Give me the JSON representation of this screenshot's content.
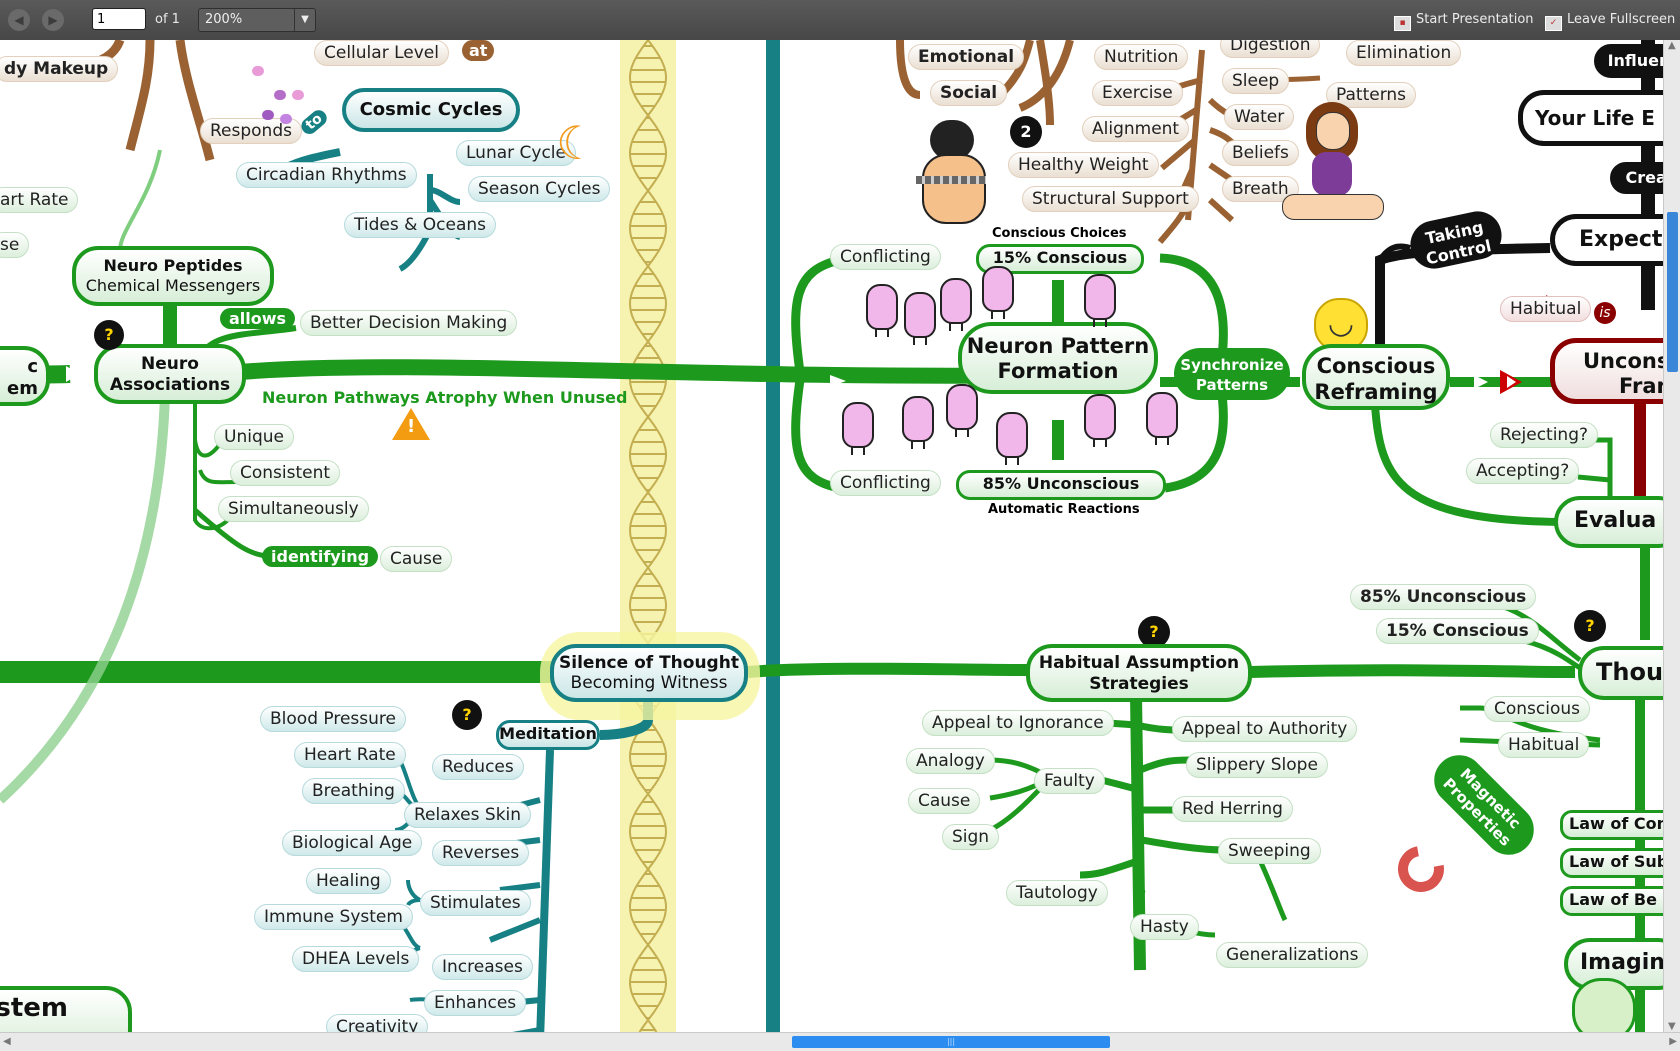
{
  "toolbar": {
    "page_value": "1",
    "page_of": "of 1",
    "zoom_value": "200%",
    "start_presentation": "Start Presentation",
    "leave_fullscreen": "Leave Fullscreen"
  },
  "colors": {
    "green": "#1d9a1d",
    "teal": "#168084",
    "brown": "#9a6233",
    "black": "#111111",
    "darkred": "#8a0000",
    "dna": "#f4f0a8"
  },
  "mindmap": {
    "top_left": {
      "body_makeup": "dy Makeup",
      "cellular_level": "Cellular Level",
      "at": "at",
      "responds": "Responds",
      "to": "to",
      "heart_rate": "art Rate",
      "se": "se"
    },
    "cosmic": {
      "title": "Cosmic Cycles",
      "lunar": "Lunar Cycle",
      "circadian": "Circadian Rhythms",
      "season": "Season Cycles",
      "tides": "Tides & Oceans"
    },
    "neuro_peptides": {
      "line1": "Neuro Peptides",
      "line2": "Chemical Messengers"
    },
    "neuro_assoc": {
      "line1": "Neuro",
      "line2": "Associations",
      "allows": "allows",
      "better": "Better Decision Making",
      "atrophy": "Neuron Pathways Atrophy When Unused",
      "unique": "Unique",
      "consistent": "Consistent",
      "simultaneously": "Simultaneously",
      "identifying": "identifying",
      "cause": "Cause",
      "left_c": "c",
      "left_em": "em"
    },
    "silence": {
      "line1": "Silence of Thought",
      "line2": "Becoming Witness",
      "meditation": "Meditation",
      "blood_pressure": "Blood Pressure",
      "heart_rate": "Heart Rate",
      "breathing": "Breathing",
      "reduces": "Reduces",
      "relaxes_skin": "Relaxes Skin",
      "bio_age": "Biological Age",
      "reverses": "Reverses",
      "healing": "Healing",
      "immune": "Immune System",
      "stimulates": "Stimulates",
      "dhea": "DHEA Levels",
      "increases": "Increases",
      "creativity": "Creativity",
      "enhances": "Enhances",
      "stem": "stem"
    },
    "top_center": {
      "emotional": "Emotional",
      "social": "Social",
      "nutrition": "Nutrition",
      "exercise": "Exercise",
      "alignment": "Alignment",
      "healthy_weight": "Healthy Weight",
      "structural": "Structural Support",
      "digestion": "Digestion",
      "elimination": "Elimination",
      "sleep": "Sleep",
      "patterns": "Patterns",
      "water": "Water",
      "beliefs": "Beliefs",
      "breath": "Breath"
    },
    "neuron_pattern": {
      "line1": "Neuron Pattern",
      "line2": "Formation",
      "conscious_choices": "Conscious Choices",
      "pct15": "15% Conscious",
      "pct85": "85% Unconscious",
      "automatic": "Automatic Reactions",
      "conflicting1": "Conflicting",
      "conflicting2": "Conflicting",
      "sync1": "Synchronize",
      "sync2": "Patterns"
    },
    "conscious_reframing": {
      "line1": "Conscious",
      "line2": "Reframing",
      "taking1": "Taking",
      "taking2": "Control"
    },
    "right": {
      "influen": "Influen",
      "your_life": "Your Life E",
      "creat": "Creat",
      "expecta": "Expecta",
      "habitual": "Habitual",
      "is": "is",
      "uncons1": "Uncons",
      "uncons2": "Fram",
      "rejecting": "Rejecting?",
      "accepting": "Accepting?",
      "evalua": "Evalua",
      "pct85": "85% Unconscious",
      "pct15": "15% Conscious",
      "thoug": "Thoug",
      "conscious": "Conscious",
      "habitual2": "Habitual",
      "magnetic1": "Magnetic",
      "magnetic2": "Properties",
      "law1": "Law of Con",
      "law2": "Law of Sub",
      "law3": "Law of Be",
      "imagin": "Imagin"
    },
    "habitual_strat": {
      "line1": "Habitual Assumption",
      "line2": "Strategies",
      "appeal_ignorance": "Appeal to Ignorance",
      "appeal_authority": "Appeal to Authority",
      "analogy": "Analogy",
      "faulty": "Faulty",
      "cause": "Cause",
      "sign": "Sign",
      "slippery": "Slippery Slope",
      "red_herring": "Red Herring",
      "sweeping": "Sweeping",
      "tautology": "Tautology",
      "hasty": "Hasty",
      "generalizations": "Generalizations"
    }
  },
  "icons": {
    "back": "back-arrow-icon",
    "forward": "forward-arrow-icon",
    "warning": "warning-icon",
    "smiley": "smiley-icon",
    "moon": "moon-icon",
    "magnet": "magnet-icon",
    "question_bug": "question-bug-icon"
  }
}
